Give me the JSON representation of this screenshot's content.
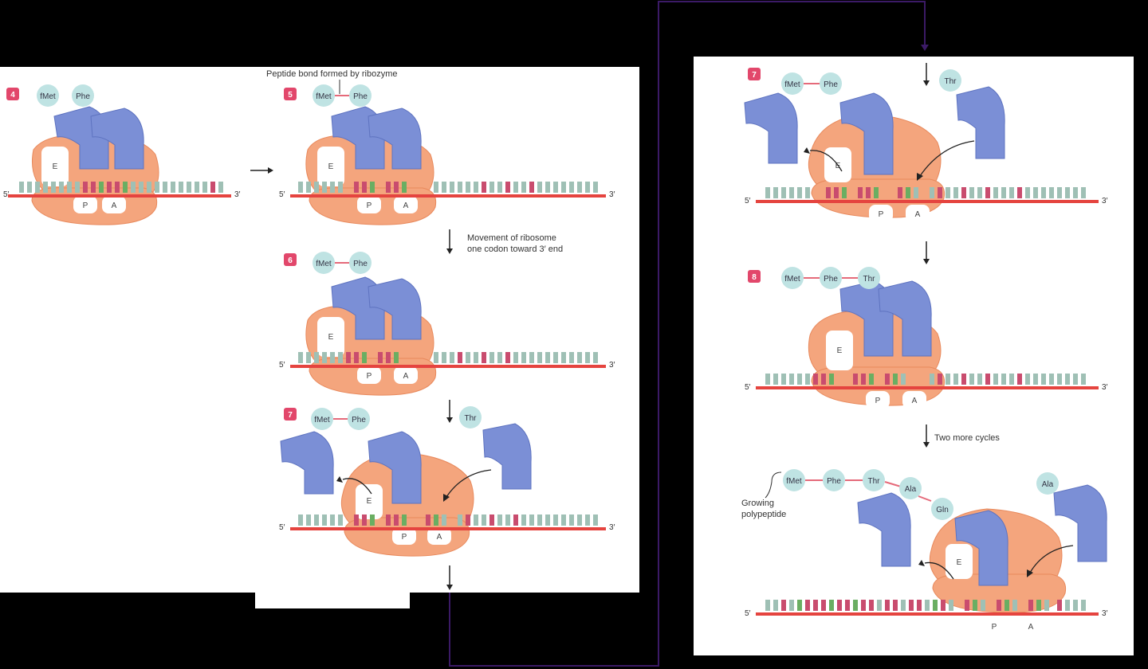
{
  "colors": {
    "trna": "#7b8fd6",
    "trna_dark": "#5e73c0",
    "ribosome": "#f4a57d",
    "ribosome_edge": "#e8895c",
    "mrna": "#e5443f",
    "amino_acid": "#bfe3e3",
    "peptide_bond": "#e56a7a",
    "step_badge": "#e2476b",
    "connector": "#3b1a66"
  },
  "labels": {
    "peptide_bond_note": "Peptide bond formed by ribozyme",
    "movement_note_1": "Movement of ribosome",
    "movement_note_2": "one codon toward 3′ end",
    "two_more_cycles": "Two more cycles",
    "growing_1": "Growing",
    "growing_2": "polypeptide",
    "five_prime": "5′",
    "three_prime": "3′",
    "site_e": "E",
    "site_p": "P",
    "site_a": "A"
  },
  "steps": {
    "s4": "4",
    "s5": "5",
    "s6": "6",
    "s7a": "7",
    "s7b": "7",
    "s8": "8"
  },
  "amino_acids": {
    "fmet": "fMet",
    "phe": "Phe",
    "thr": "Thr",
    "ala": "Ala",
    "gln": "Gln"
  }
}
